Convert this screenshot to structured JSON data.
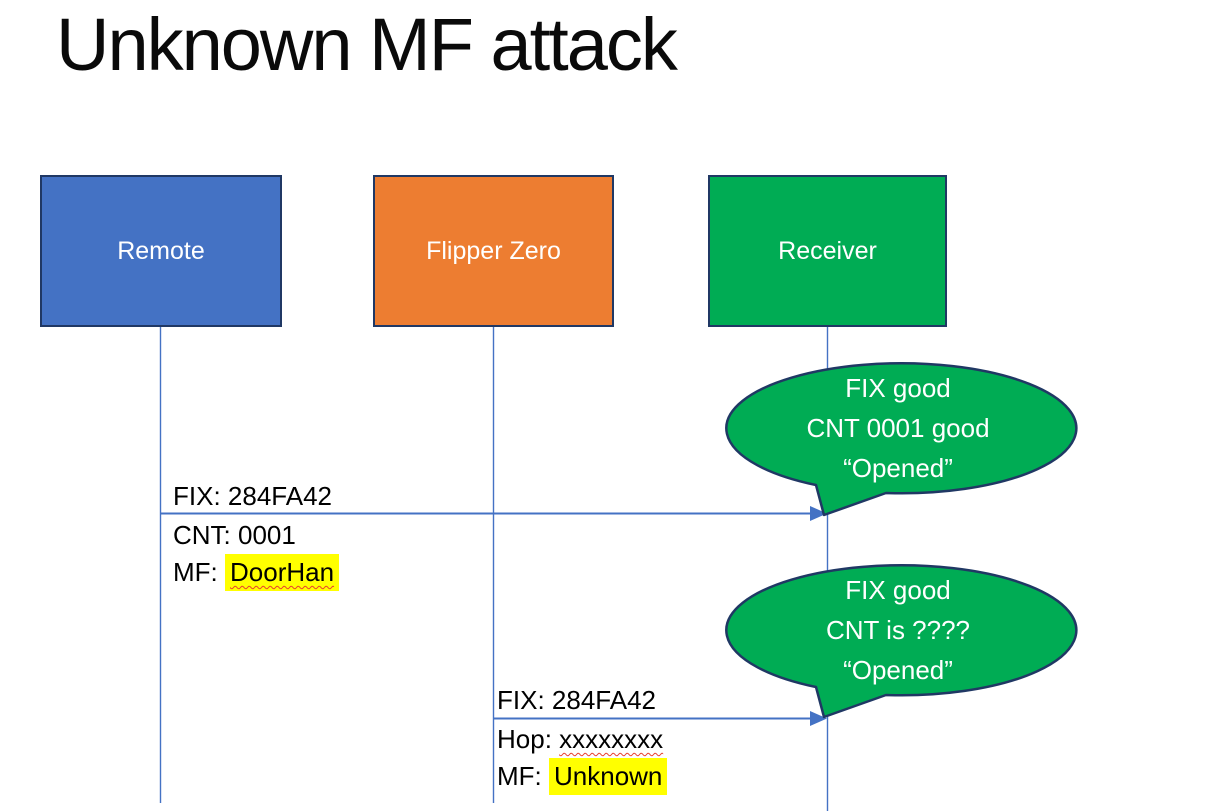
{
  "title": "Unknown MF attack",
  "actors": [
    {
      "id": "remote",
      "label": "Remote",
      "color": "#4472C4"
    },
    {
      "id": "flipper",
      "label": "Flipper Zero",
      "color": "#ED7D31"
    },
    {
      "id": "receiver",
      "label": "Receiver",
      "color": "#00AC54"
    }
  ],
  "messages": [
    {
      "from": "remote",
      "to": "receiver",
      "above": "FIX: 284FA42",
      "below": [
        {
          "prefix": "CNT: ",
          "value": "0001",
          "highlight": false,
          "misspelled": false
        },
        {
          "prefix": "MF: ",
          "value": "DoorHan",
          "highlight": true,
          "misspelled": true
        }
      ]
    },
    {
      "from": "flipper",
      "to": "receiver",
      "above": "FIX: 284FA42",
      "below": [
        {
          "prefix": "Hop: ",
          "value": "xxxxxxxx",
          "highlight": false,
          "misspelled": true
        },
        {
          "prefix": "MF: ",
          "value": "Unknown",
          "highlight": true,
          "misspelled": false
        }
      ]
    }
  ],
  "callouts": [
    {
      "speaker": "receiver",
      "lines": [
        "FIX good",
        "CNT 0001 good",
        "“Opened”"
      ]
    },
    {
      "speaker": "receiver",
      "lines": [
        "FIX good",
        "CNT is ????",
        "“Opened”"
      ]
    }
  ],
  "colors": {
    "remote_fill": "#4472C4",
    "flipper_fill": "#ED7D31",
    "receiver_fill": "#00AC54",
    "callout_fill": "#00AC54",
    "shape_border": "#203864",
    "connector_blue": "#4472C4",
    "highlight_yellow": "#FFFF00",
    "squiggle_red": "#E83E2D",
    "text_on_fill": "#FFFFFF",
    "label_text": "#000000"
  }
}
